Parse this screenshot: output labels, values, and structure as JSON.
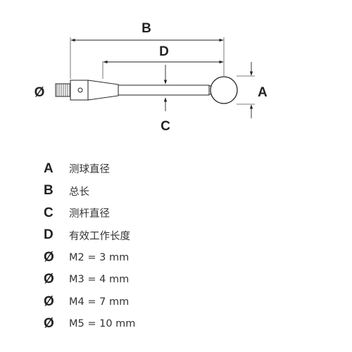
{
  "labels": {
    "A": "A",
    "B": "B",
    "C": "C",
    "D": "D",
    "thread": "Ø"
  },
  "legend": [
    {
      "key": "A",
      "text": "测球直径"
    },
    {
      "key": "B",
      "text": "总长"
    },
    {
      "key": "C",
      "text": "测杆直径"
    },
    {
      "key": "D",
      "text": "有效工作长度"
    },
    {
      "key": "Ø",
      "text": "M2 = 3 mm"
    },
    {
      "key": "Ø",
      "text": "M3 = 4 mm"
    },
    {
      "key": "Ø",
      "text": "M4 = 7 mm"
    },
    {
      "key": "Ø",
      "text": "M5 = 10 mm"
    }
  ]
}
